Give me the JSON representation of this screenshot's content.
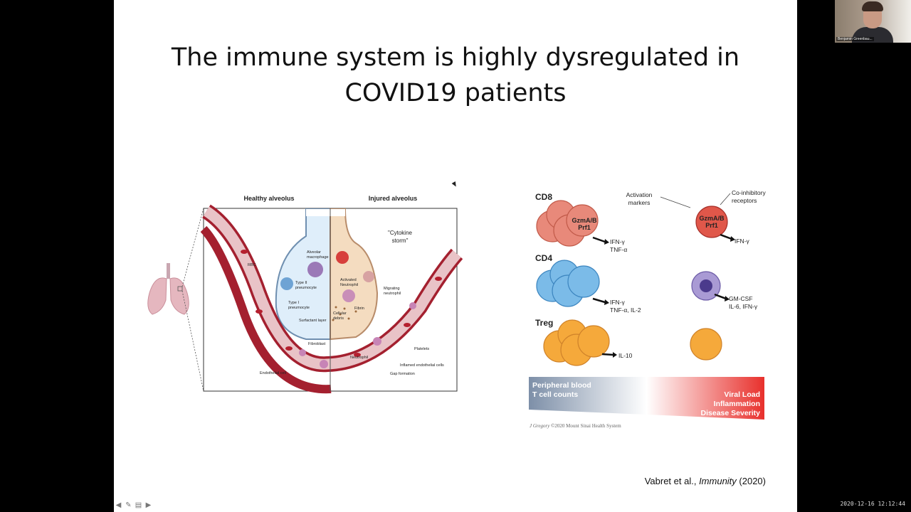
{
  "slide": {
    "title_line1": "The immune system is highly dysregulated in",
    "title_line2": "COVID19 patients",
    "citation_authors": "Vabret et al., ",
    "citation_journal": "Immunity",
    "citation_year": " (2020)"
  },
  "alveolus_figure": {
    "healthy_label": "Healthy alveolus",
    "injured_label": "Injured alveolus",
    "cytokine_label_1": "\"Cytokine",
    "cytokine_label_2": "storm\"",
    "labels": {
      "rbc": "RBC",
      "alveolar_macrophage_1": "Alveolar",
      "alveolar_macrophage_2": "macrophage",
      "type2_1": "Type II",
      "type2_2": "pneumocyte",
      "type1_1": "Type I",
      "type1_2": "pneumocyte",
      "surfactant": "Surfactant layer",
      "fibroblast": "Fibroblast",
      "endothelial": "Endothelial cell",
      "activated_neutrophil_1": "Activated",
      "activated_neutrophil_2": "Neutrophil",
      "fibrin": "Fibrin",
      "cellular_debris_1": "Cellular",
      "cellular_debris_2": "debris",
      "migrating_neutrophil_1": "Migrating",
      "migrating_neutrophil_2": "neutrophil",
      "platelets": "Platelets",
      "neutrophil": "Neutrophil",
      "inflamed_endothelial": "Inflamed endothelial cells",
      "gap_formation": "Gap formation"
    }
  },
  "tcell_figure": {
    "cd8": "CD8",
    "cd4": "CD4",
    "treg": "Treg",
    "gzm": "GzmA/B",
    "prf": "Prf1",
    "activation_markers_1": "Activation",
    "activation_markers_2": "markers",
    "coinhibitory_1": "Co-inhibitory",
    "coinhibitory_2": "receptors",
    "cd8_out_1": "IFN-γ",
    "cd8_out_2": "TNF-α",
    "cd8_exhausted_out": "IFN-γ",
    "cd4_out_1": "IFN-γ",
    "cd4_out_2": "TNF-α, IL-2",
    "cd4_exhausted_out_1": "GM-CSF",
    "cd4_exhausted_out_2": "IL-6, IFN-γ",
    "treg_out": "IL-10",
    "gradient_left_1": "Peripheral blood",
    "gradient_left_2": "T cell counts",
    "gradient_right_1": "Viral Load",
    "gradient_right_2": "Inflammation",
    "gradient_right_3": "Disease Severity",
    "credit_name": "J Gregory",
    "credit_rest": " ©2020 Mount Sinai Health System"
  },
  "webcam": {
    "name": "Benjamin Greenbau..."
  },
  "clock": "2020-12-16  12:12:44",
  "colors": {
    "vessel": "#a4202f",
    "cd8": "#e8897a",
    "cd4": "#7bbbe8",
    "treg": "#f5a93b",
    "gradient_red": "#e8302c",
    "gradient_blue": "#7d8fa8"
  }
}
